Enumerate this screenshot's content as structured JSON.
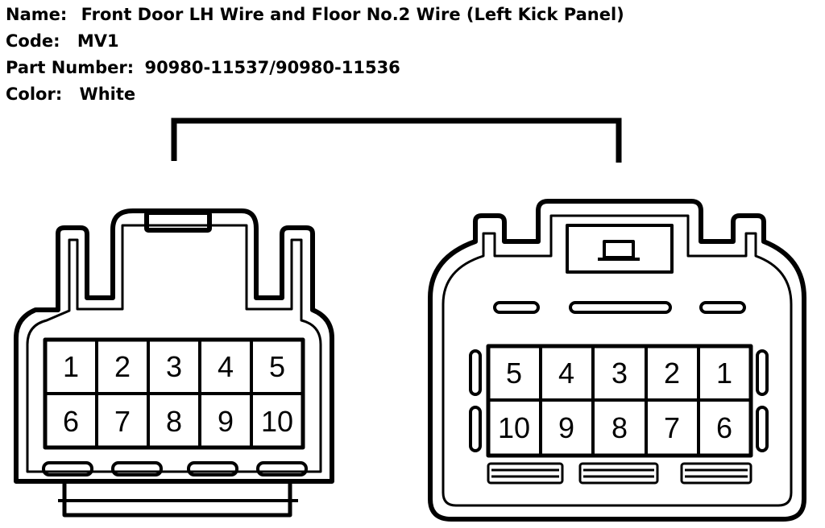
{
  "info": {
    "name_label": "Name:",
    "name_value": "Front Door LH Wire and Floor No.2 Wire (Left Kick Panel)",
    "code_label": "Code:",
    "code_value": "MV1",
    "part_label": "Part Number:",
    "part_value": "90980-11537/90980-11536",
    "color_label": "Color:",
    "color_value": "White"
  },
  "left_connector": {
    "row1": [
      "1",
      "2",
      "3",
      "4",
      "5"
    ],
    "row2": [
      "6",
      "7",
      "8",
      "9",
      "10"
    ]
  },
  "right_connector": {
    "row1": [
      "5",
      "4",
      "3",
      "2",
      "1"
    ],
    "row2": [
      "10",
      "9",
      "8",
      "7",
      "6"
    ]
  }
}
